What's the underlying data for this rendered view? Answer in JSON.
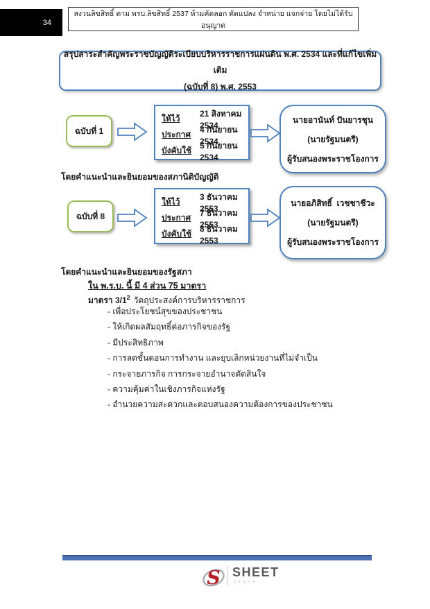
{
  "header": {
    "page_number": "34",
    "copyright": "สงวนลิขสิทธิ์ ตาม พรบ.ลิขสิทธิ์ 2537 ห้ามคัดลอก ดัดแปลง จำหน่าย แจกจ่าย โดยไม่ได้รับอนุญาต"
  },
  "title": {
    "line1": "สรุปสาระสำคัญพระราชบัญญัติระเบียบบริหารราชการแผ่นดิน พ.ศ. 2534 และที่แก้ไขเพิ่มเติม",
    "line2": "(ฉบับที่ 8) พ.ศ. 2553"
  },
  "editions": [
    {
      "label": "ฉบับที่ 1",
      "dates": [
        {
          "label": "ให้ไว้",
          "value": "21 สิงหาคม 2534"
        },
        {
          "label": "ประกาศ",
          "value": "4 กันยายน 2534"
        },
        {
          "label": "บังคับใช้",
          "value": "5 กันยายน 2534"
        }
      ],
      "endorser_name": "นายอานันท์ ปันยารชุน",
      "endorser_title": "(นายรัฐมนตรี)",
      "endorser_role": "ผู้รับสนองพระราชโองการ",
      "note_below": "โดยคำแนะนำและยินยอมของสภานิติบัญญัติ"
    },
    {
      "label": "ฉบับที่ 8",
      "dates": [
        {
          "label": "ให้ไว้",
          "value": "3 ธันวาคม 2553"
        },
        {
          "label": "ประกาศ",
          "value": "7 ธันวาคม 2553"
        },
        {
          "label": "บังคับใช้",
          "value": "8 ธันวาคม 2553"
        }
      ],
      "endorser_name": "นายอภิสิทธิ์  เวชชาชีวะ",
      "endorser_title": "(นายรัฐมนตรี)",
      "endorser_role": "ผู้รับสนองพระราชโองการ",
      "note_below": "โดยคำแนะนำและยินยอมของรัฐสภา"
    }
  ],
  "content": {
    "heading": "ใน พ.ร.บ. นี้ มี 4 ส่วน 75 มาตรา",
    "section_label": "มาตรา 3/1",
    "section_sup": "2",
    "section_rest": "วัตถุประสงค์การบริหารราชการ",
    "bullets": [
      "- เพื่อประโยชน์สุขของประชาชน",
      "- ให้เกิดผลสัมฤทธิ์ต่อภารกิจของรัฐ",
      "- มีประสิทธิภาพ",
      "- การลดขั้นตอนการทำงาน และยุบเลิกหน่วยงานที่ไม่จำเป็น",
      "- กระจายภารกิจ การกระจายอำนาจตัดสินใจ",
      "- ความคุ้มค่าในเชิงภารกิจแห่งรัฐ",
      "- อำนวยความสะดวกและตอบสนองความต้องการของประชาชน"
    ]
  },
  "footer": {
    "brand": "SHEET",
    "brand_sub": "store"
  },
  "colors": {
    "accent_blue": "#4F81BD",
    "edition_green": "#9BBB59",
    "footer_bar_blue": "#4D72B8",
    "logo_red": "#B32025",
    "logo_gray": "#58595B"
  }
}
